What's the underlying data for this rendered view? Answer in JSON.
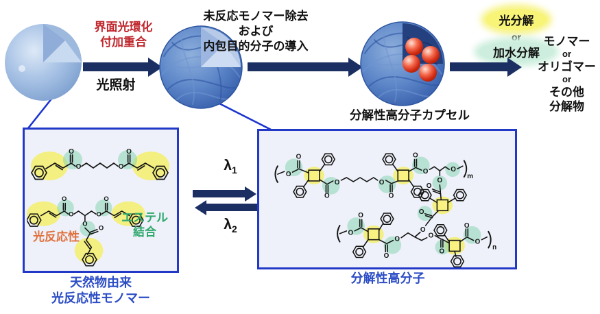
{
  "flow": {
    "step1_top": [
      "界面光環化",
      "付加重合"
    ],
    "step1_bottom": "光照射",
    "step2_top": [
      "未反応モノマー除去",
      "および",
      "内包目的分子の導入"
    ],
    "capsule_label": "分解性高分子カプセル",
    "degrade": {
      "photo": "光分解",
      "or": "or",
      "hydro": "加水分解"
    },
    "products": [
      "モノマー",
      "or",
      "オリゴマー",
      "or",
      "その他",
      "分解物"
    ]
  },
  "reaction": {
    "lambda": "λ",
    "lambda1_sub": "1",
    "lambda2_sub": "2"
  },
  "monomer_box": {
    "photoreactive": "光反応性",
    "ester": [
      "エステル",
      "結合"
    ],
    "caption": [
      "天然物由来",
      "光反応性モノマー"
    ]
  },
  "polymer_box": {
    "caption": "分解性高分子",
    "sub_m": "m",
    "sub_n": "n"
  },
  "chem": {
    "atom_o": "O"
  },
  "colors": {
    "arrow_navy": "#1b2f63",
    "red_label": "#c0272d",
    "box_border": "#2238c6",
    "caption_blue": "#2b4cc5",
    "photoreactive_orange": "#e0703c",
    "ester_green": "#2fa86d",
    "highlight_yellow": "#f7f17c",
    "highlight_mint": "#cdeede",
    "capsule_blue": "#3a62ae",
    "cargo_red": "#d23318"
  }
}
